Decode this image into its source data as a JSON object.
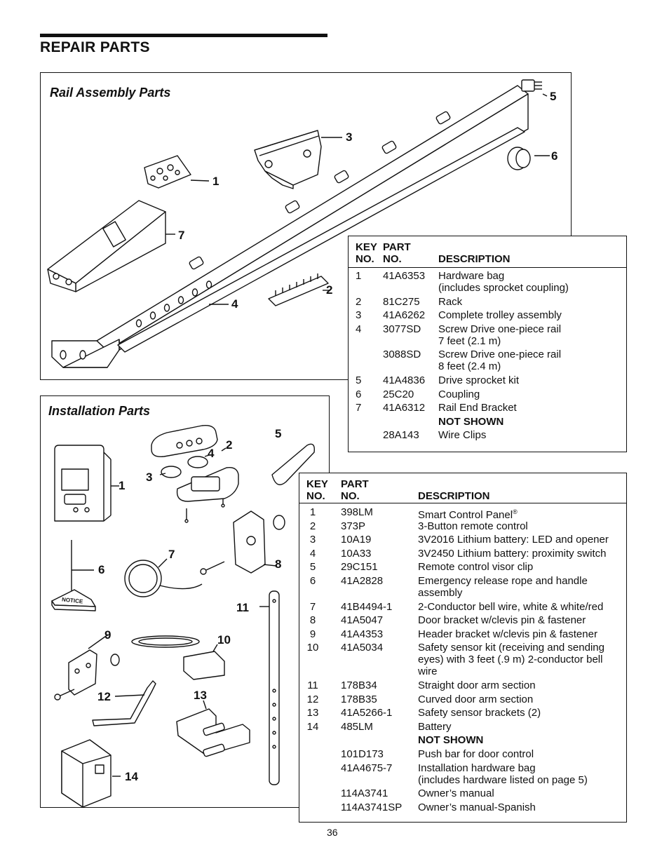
{
  "page_title": "REPAIR PARTS",
  "page_number": "36",
  "rail": {
    "heading": "Rail Assembly Parts",
    "callouts": [
      "1",
      "2",
      "3",
      "4",
      "5",
      "6",
      "7"
    ],
    "table": {
      "head_key": [
        "KEY",
        "NO."
      ],
      "head_part": [
        "PART",
        "NO."
      ],
      "head_desc": "DESCRIPTION",
      "rows": [
        {
          "key": "1",
          "part": "41A6353",
          "desc": [
            "Hardware bag",
            "(includes sprocket coupling)"
          ]
        },
        {
          "key": "2",
          "part": "81C275",
          "desc": [
            "Rack"
          ]
        },
        {
          "key": "3",
          "part": "41A6262",
          "desc": [
            "Complete trolley assembly"
          ]
        },
        {
          "key": "4",
          "part": "3077SD",
          "desc": [
            "Screw Drive one-piece rail",
            "7 feet (2.1 m)"
          ]
        },
        {
          "key": "",
          "part": "3088SD",
          "desc": [
            "Screw Drive one-piece rail",
            "8 feet (2.4 m)"
          ]
        },
        {
          "key": "5",
          "part": "41A4836",
          "desc": [
            "Drive sprocket kit"
          ]
        },
        {
          "key": "6",
          "part": "25C20",
          "desc": [
            "Coupling"
          ]
        },
        {
          "key": "7",
          "part": "41A6312",
          "desc": [
            "Rail End Bracket"
          ]
        },
        {
          "key": "",
          "part": "",
          "desc": [
            "NOT SHOWN"
          ],
          "bold": true
        },
        {
          "key": "",
          "part": "28A143",
          "desc": [
            "Wire Clips"
          ]
        }
      ]
    }
  },
  "install": {
    "heading": "Installation Parts",
    "notice_label": "NOTICE",
    "callouts": [
      "1",
      "2",
      "3",
      "4",
      "5",
      "6",
      "7",
      "8",
      "9",
      "10",
      "11",
      "12",
      "13",
      "14"
    ],
    "table": {
      "head_key": [
        "KEY",
        "NO."
      ],
      "head_part": [
        "PART",
        "NO."
      ],
      "head_desc": "DESCRIPTION",
      "rows": [
        {
          "key": "1",
          "part": "398LM",
          "desc": [
            "Smart Control Panel"
          ],
          "reg": true
        },
        {
          "key": "2",
          "part": "373P",
          "desc": [
            "3-Button remote control"
          ]
        },
        {
          "key": "3",
          "part": "10A19",
          "desc": [
            "3V2016 Lithium battery: LED and opener"
          ]
        },
        {
          "key": "4",
          "part": "10A33",
          "desc": [
            "3V2450 Lithium battery: proximity switch"
          ]
        },
        {
          "key": "5",
          "part": "29C151",
          "desc": [
            "Remote control visor clip"
          ]
        },
        {
          "key": "6",
          "part": "41A2828",
          "desc": [
            "Emergency release rope and handle",
            "assembly"
          ]
        },
        {
          "key": "7",
          "part": "41B4494-1",
          "desc": [
            "2-Conductor bell wire, white & white/red"
          ]
        },
        {
          "key": "8",
          "part": "41A5047",
          "desc": [
            "Door bracket w/clevis pin & fastener"
          ]
        },
        {
          "key": "9",
          "part": "41A4353",
          "desc": [
            "Header bracket w/clevis pin & fastener"
          ]
        },
        {
          "key": "10",
          "part": "41A5034",
          "desc": [
            "Safety sensor kit (receiving and sending",
            "eyes) with 3 feet (.9 m) 2-conductor bell",
            "wire"
          ]
        },
        {
          "key": "11",
          "part": "178B34",
          "desc": [
            "Straight door arm section"
          ]
        },
        {
          "key": "12",
          "part": "178B35",
          "desc": [
            "Curved door arm section"
          ]
        },
        {
          "key": "13",
          "part": "41A5266-1",
          "desc": [
            "Safety sensor brackets (2)"
          ]
        },
        {
          "key": "14",
          "part": "485LM",
          "desc": [
            "Battery"
          ]
        },
        {
          "key": "",
          "part": "",
          "desc": [
            "NOT SHOWN"
          ],
          "bold": true
        },
        {
          "key": "",
          "part": "101D173",
          "desc": [
            "Push bar for door control"
          ]
        },
        {
          "key": "",
          "part": "41A4675-7",
          "desc": [
            "Installation hardware bag",
            "(includes hardware listed on page 5)"
          ]
        },
        {
          "key": "",
          "part": "114A3741",
          "desc": [
            "Owner’s manual"
          ]
        },
        {
          "key": "",
          "part": "114A3741SP",
          "desc": [
            "Owner’s manual-Spanish"
          ]
        }
      ]
    }
  }
}
